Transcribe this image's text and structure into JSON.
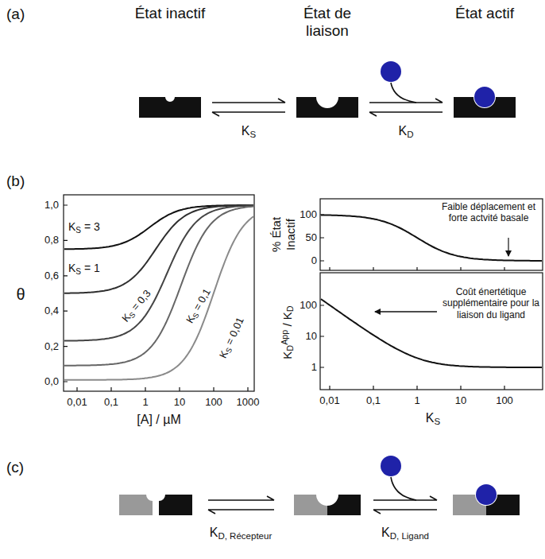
{
  "diagram": {
    "nodes": [
      {
        "text": [
          "État inactif"
        ]
      },
      {
        "text": [
          "État de liaison"
        ]
      },
      {
        "text": [
          "État actif"
        ]
      }
    ],
    "edges": [
      {
        "from": 0,
        "to": 1,
        "label": "KS",
        "arrow": "both"
      },
      {
        "from": 1,
        "to": 2,
        "label": "KD",
        "arrow": "both"
      }
    ],
    "labels": [
      "(a)",
      "(b)",
      "(c)",
      "θ",
      "1,0",
      "0,8",
      "0,6",
      "0,4",
      "0,2",
      "0,0",
      "0,01",
      "0,1",
      "1",
      "10",
      "100",
      "1000",
      "[A] / µM",
      "KS = 3",
      "KS = 1",
      "KS = 0,3",
      "KS = 0,1",
      "KS = 0,01",
      "% État Inactif",
      "100",
      "50",
      "0",
      "Faible déplacement et forte actvité basale",
      "KDApp / KD",
      "100",
      "10",
      "1",
      "Coût énertétique supplémentaire pour la liaison du ligand",
      "0,01",
      "0,1",
      "1",
      "10",
      "100",
      "KS",
      "KD, Récepteur",
      "KD, Ligand"
    ]
  }
}
